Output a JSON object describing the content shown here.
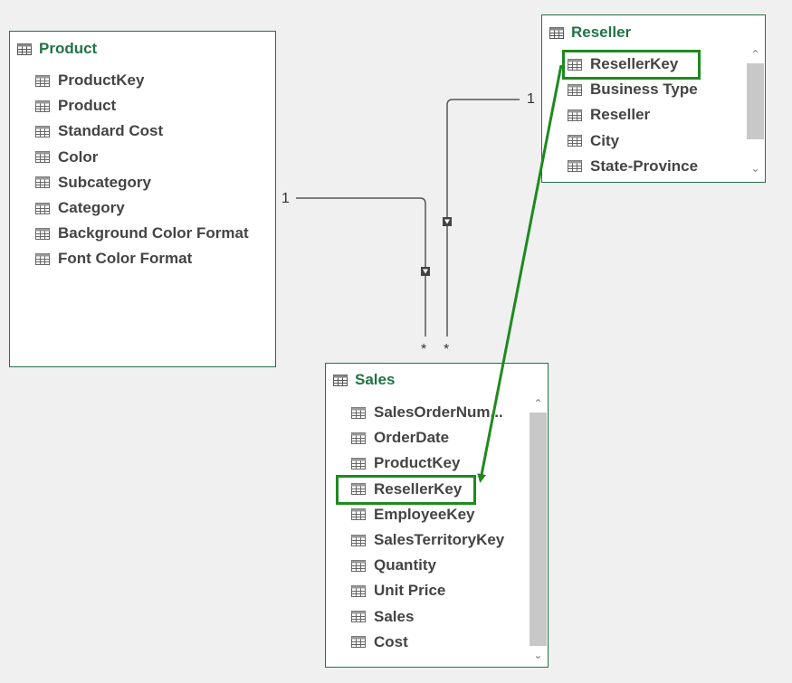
{
  "product": {
    "title": "Product",
    "fields": [
      "ProductKey",
      "Product",
      "Standard Cost",
      "Color",
      "Subcategory",
      "Category",
      "Background Color Format",
      "Font Color Format"
    ]
  },
  "reseller": {
    "title": "Reseller",
    "fields": [
      "ResellerKey",
      "Business Type",
      "Reseller",
      "City",
      "State-Province"
    ]
  },
  "sales": {
    "title": "Sales",
    "fields": [
      "SalesOrderNum...",
      "OrderDate",
      "ProductKey",
      "ResellerKey",
      "EmployeeKey",
      "SalesTerritoryKey",
      "Quantity",
      "Unit Price",
      "Sales",
      "Cost"
    ]
  },
  "relationships": {
    "product_sales": {
      "one": "1",
      "many": "*"
    },
    "reseller_sales": {
      "one": "1",
      "many": "*"
    }
  },
  "colors": {
    "title": "#217346",
    "highlight": "#1e8a1e",
    "arrow": "#1e8a1e",
    "relationship_line": "#555555"
  },
  "icons": {
    "table": "table-grid-icon",
    "scroll_up": "chevron-up-icon",
    "scroll_down": "chevron-down-icon",
    "filter_direction": "filter-direction-arrow-icon"
  }
}
